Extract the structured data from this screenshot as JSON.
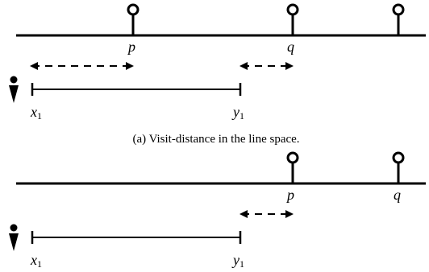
{
  "panel_a": {
    "label_p": "p",
    "label_q": "q",
    "label_x_main": "x",
    "label_x_sub": "1",
    "label_y_main": "y",
    "label_y_sub": "1",
    "caption": "(a) Visit-distance in the line space."
  },
  "panel_b": {
    "label_p": "p",
    "label_q": "q",
    "label_x_main": "x",
    "label_x_sub": "1",
    "label_y_main": "y",
    "label_y_sub": "1"
  },
  "colors": {
    "ink": "#000000",
    "background": "#ffffff"
  },
  "icons": {
    "poi_marker": "poi-pin-icon",
    "person": "walking-person-icon",
    "arrow": "double-headed-dashed-arrow"
  }
}
